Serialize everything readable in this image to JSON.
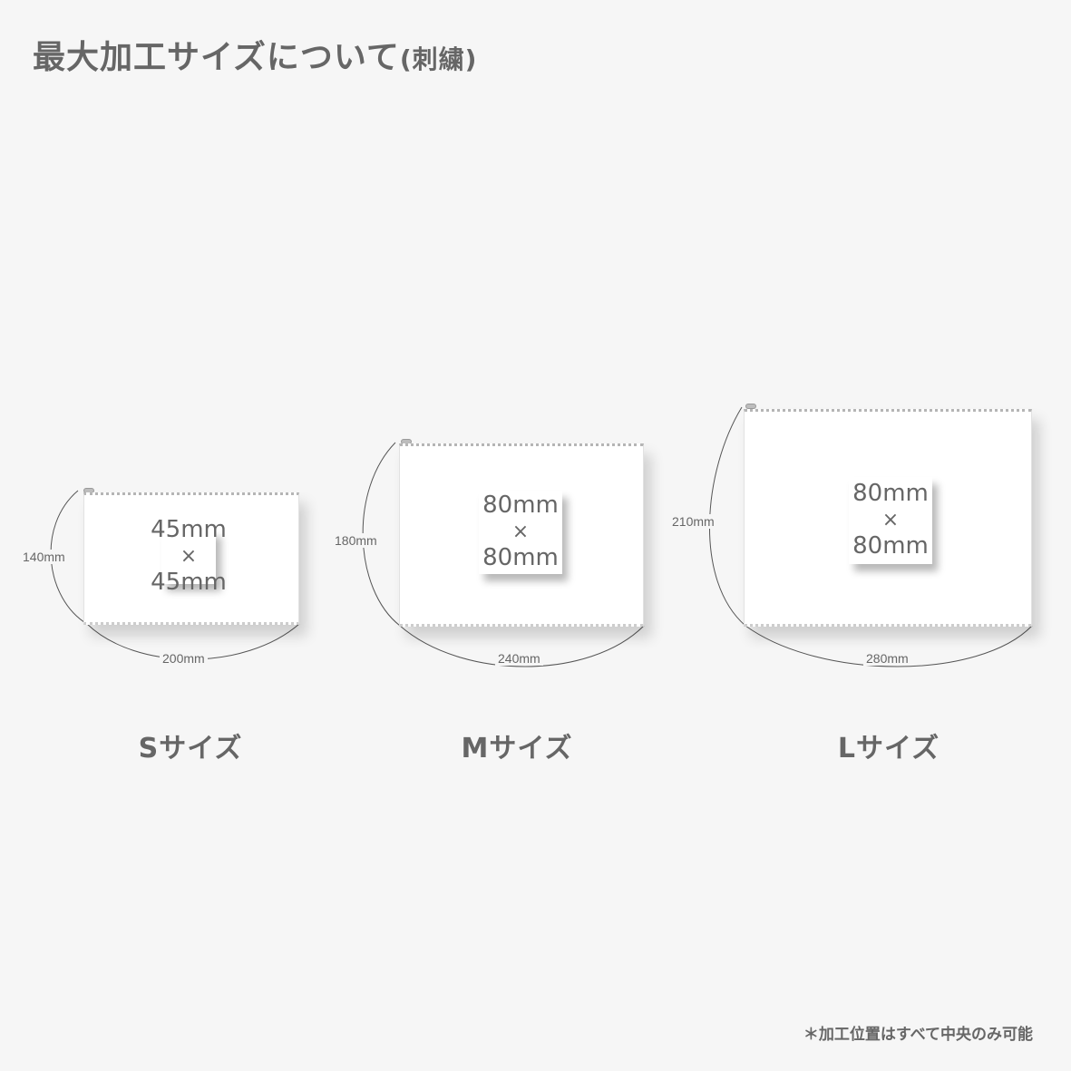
{
  "title": {
    "main": "最大加工サイズについて",
    "sub": "(刺繍)"
  },
  "sizes": [
    {
      "label": "Sサイズ",
      "height": "140mm",
      "width": "200mm",
      "area_w": "45mm",
      "area_x": "×",
      "area_h": "45mm"
    },
    {
      "label": "Mサイズ",
      "height": "180mm",
      "width": "240mm",
      "area_w": "80mm",
      "area_x": "×",
      "area_h": "80mm"
    },
    {
      "label": "Lサイズ",
      "height": "210mm",
      "width": "280mm",
      "area_w": "80mm",
      "area_x": "×",
      "area_h": "80mm"
    }
  ],
  "note": "＊加工位置はすべて中央のみ可能",
  "colors": {
    "background": "#f6f6f6",
    "text": "#666666",
    "pouch": "#ffffff"
  }
}
